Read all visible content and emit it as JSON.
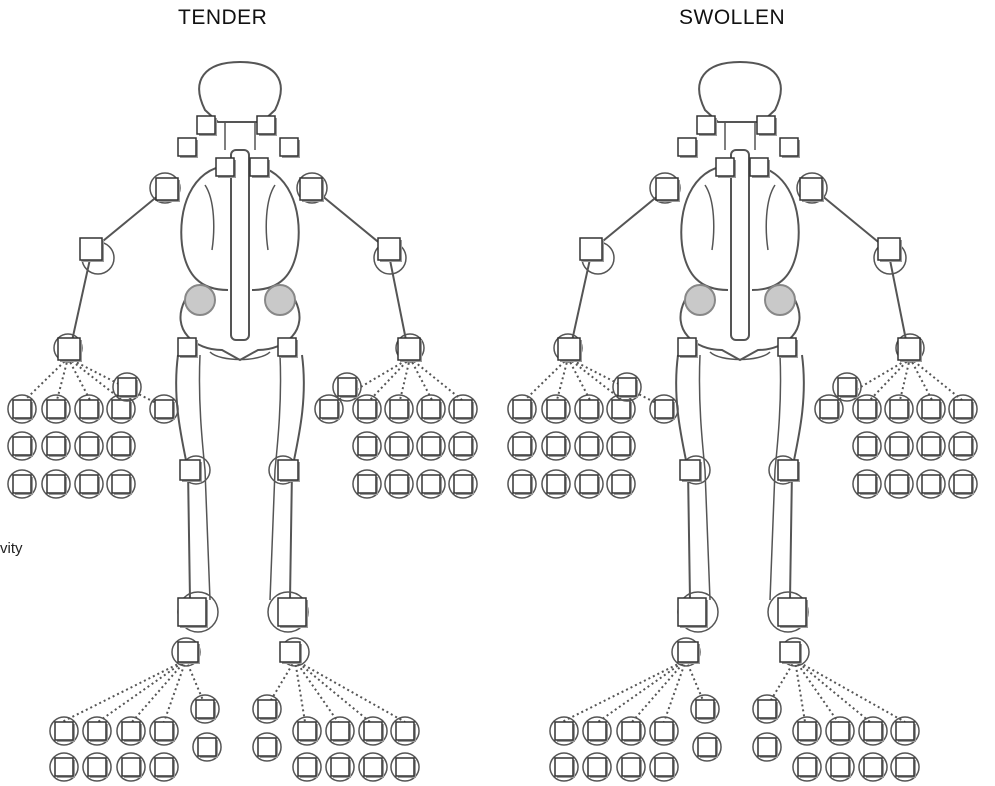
{
  "titles": {
    "tender": "TENDER",
    "swollen": "SWOLLEN"
  },
  "side_text": "vity",
  "colors": {
    "line": "#555555",
    "box_fill": "#ffffff",
    "box_shadow": "#9a9a9a",
    "hip": "#c9c9c9"
  }
}
